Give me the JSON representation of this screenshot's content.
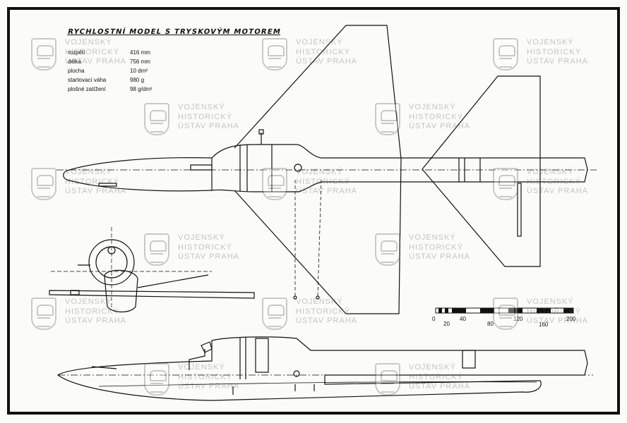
{
  "drawing": {
    "title": "RYCHLOSTNÍ MODEL S TRYSKOVÝM MOTOREM",
    "specs": [
      {
        "label": "rozpětí",
        "value": "416 mm"
      },
      {
        "label": "délka",
        "value": "756 mm"
      },
      {
        "label": "plocha",
        "value": "10 dm²"
      },
      {
        "label": "startovací váha",
        "value": "980 g"
      },
      {
        "label": "plošné zatížení",
        "value": "98 g/dm²"
      }
    ],
    "scale_ticks": [
      "0",
      "20",
      "40",
      "80",
      "120",
      "160",
      "200"
    ]
  },
  "watermark": {
    "line1": "VOJENSKÝ",
    "line2": "HISTORICKÝ",
    "line3": "ÚSTAV PRAHA"
  },
  "colors": {
    "ink": "#111111",
    "paper": "#fbfbf9",
    "watermark": "#555555"
  }
}
